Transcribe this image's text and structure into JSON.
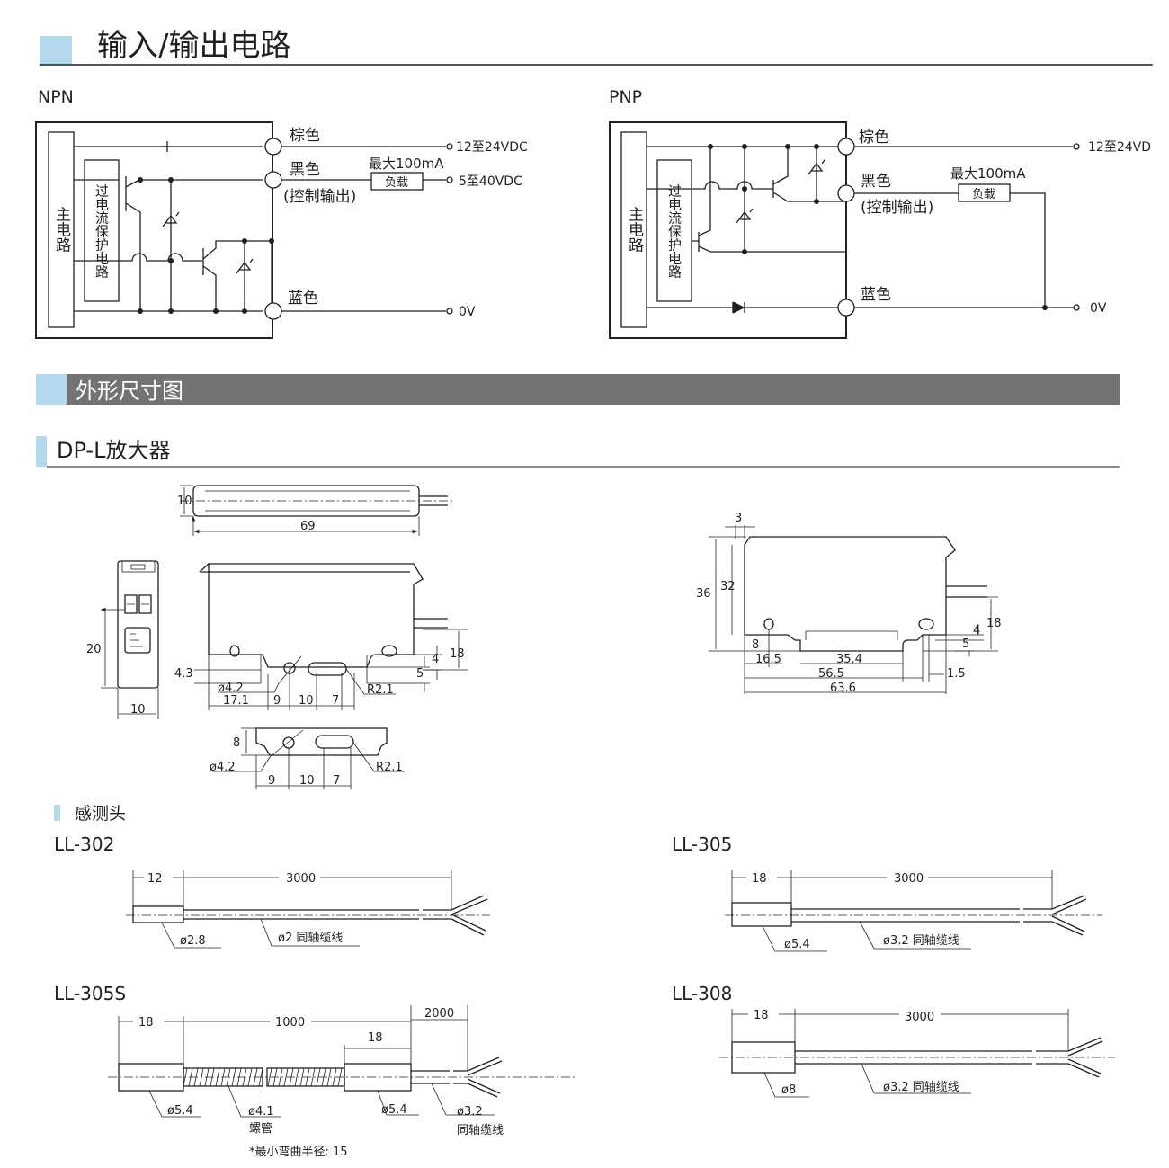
{
  "colors": {
    "accent_blue": "#b3d8ee",
    "banner_gray": "#737373",
    "line_black": "#231f20"
  },
  "header": {
    "title": "输入/输出电路"
  },
  "npn": {
    "title": "NPN",
    "brown": "棕色",
    "black": "黑色",
    "control_out": "(控制输出)",
    "blue": "蓝色",
    "v_supply": "12至24VDC",
    "v_load": "5至40VDC",
    "v_zero": "0V",
    "max_current": "最大100mA",
    "load": "负载",
    "main_circuit": "主电路",
    "protect_circuit": "过电流保护电路"
  },
  "pnp": {
    "title": "PNP",
    "brown": "棕色",
    "black": "黑色",
    "control_out": "(控制输出)",
    "blue": "蓝色",
    "v_supply": "12至24VD",
    "v_zero": "0V",
    "max_current": "最大100mA",
    "load": "负载",
    "main_circuit": "主电路",
    "protect_circuit": "过电流保护电路"
  },
  "banner": {
    "title": "外形尺寸图"
  },
  "amp": {
    "title": "DP-L放大器",
    "dims_top": [
      "10",
      "69"
    ],
    "dims_side": [
      "20",
      "10"
    ],
    "dims_front": [
      "18",
      "4",
      "5",
      "4.3",
      "ø4.2",
      "17.1",
      "9",
      "10",
      "7",
      "R2.1"
    ],
    "dims_bracket": [
      "8",
      "ø4.2",
      "9",
      "10",
      "7",
      "R2.1"
    ],
    "dims_right": [
      "3",
      "36",
      "32",
      "18",
      "4",
      "5",
      "8",
      "16.5",
      "35.4",
      "56.5",
      "63.6",
      "1.5"
    ]
  },
  "sensors": {
    "title": "感测头",
    "ll302": {
      "name": "LL-302",
      "d1": "12",
      "d2": "3000",
      "dia": "ø2.8",
      "cable": "ø2 同轴缆线"
    },
    "ll305": {
      "name": "LL-305",
      "d1": "18",
      "d2": "3000",
      "dia": "ø5.4",
      "cable": "ø3.2 同轴缆线"
    },
    "ll305s": {
      "name": "LL-305S",
      "d1": "18",
      "d2": "1000",
      "d3": "18",
      "d4": "2000",
      "dia1": "ø5.4",
      "dia2": "ø4.1",
      "tube": "螺管",
      "dia3": "ø5.4",
      "dia4": "ø3.2",
      "cable": "同轴缆线",
      "note": "*最小弯曲半径: 15"
    },
    "ll308": {
      "name": "LL-308",
      "d1": "18",
      "d2": "3000",
      "dia": "ø8",
      "cable": "ø3.2 同轴缆线"
    }
  }
}
